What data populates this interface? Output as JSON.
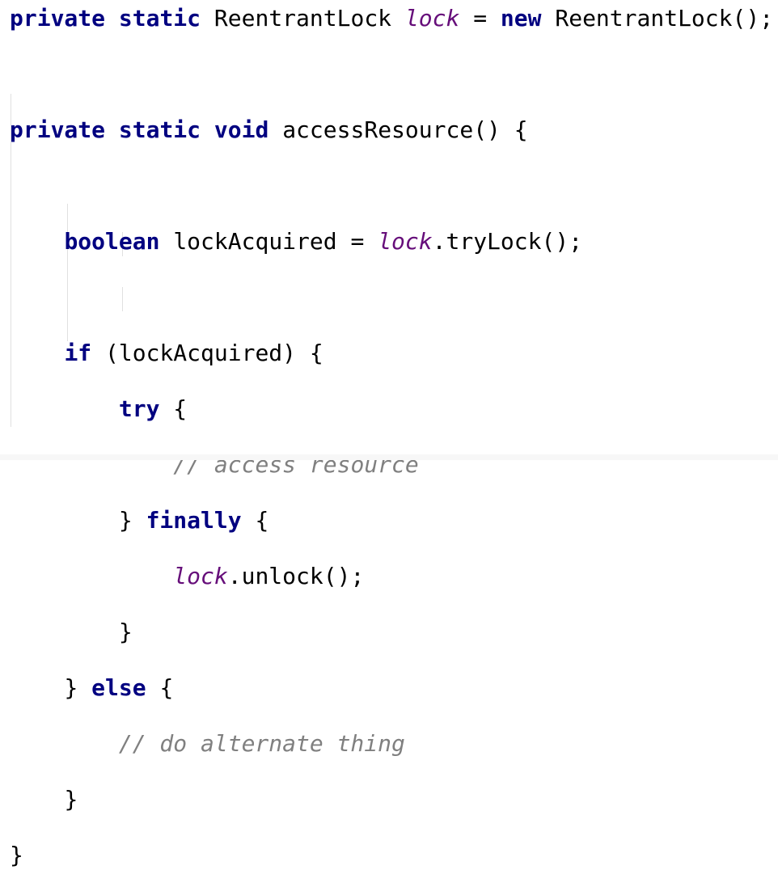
{
  "editor": {
    "tokens": {
      "private": "private",
      "static": "static",
      "void": "void",
      "new": "new",
      "boolean": "boolean",
      "if": "if",
      "try": "try",
      "finally": "finally",
      "else": "else",
      "field_lock": "lock",
      "type_reentrant": "ReentrantLock",
      "eq": "=",
      "ctor_call": "ReentrantLock();",
      "method_decl": "accessResource() {",
      "var_lockAcquired": "lockAcquired",
      "tryLock_call": ".tryLock();",
      "if_cond": "(lockAcquired) {",
      "open_brace": "{",
      "close_brace": "}",
      "comment_access": "// access resource",
      "unlock_call": ".unlock();",
      "comment_alt": "// do alternate thing"
    }
  },
  "colors": {
    "keyword": "#000080",
    "field": "#660e7a",
    "comment": "#808080",
    "text": "#000000",
    "background": "#ffffff"
  }
}
